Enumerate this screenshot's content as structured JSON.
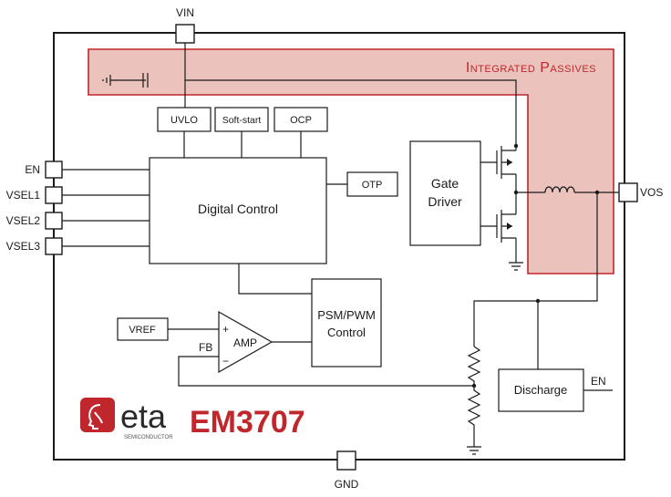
{
  "colors": {
    "integrated_fill": "#ebc2bc",
    "integrated_stroke": "#c0272d",
    "integrated_text": "#c0272d",
    "brand_red": "#c0272d",
    "line": "#1a1a1a"
  },
  "region": {
    "label": "Integrated Passives"
  },
  "pins": {
    "vin": "VIN",
    "gnd": "GND",
    "vos": "VOS",
    "en": "EN",
    "vsel1": "VSEL1",
    "vsel2": "VSEL2",
    "vsel3": "VSEL3"
  },
  "blocks": {
    "uvlo": "UVLO",
    "soft_start": "Soft-start",
    "ocp": "OCP",
    "otp": "OTP",
    "digital_control": "Digital Control",
    "gate_driver_line1": "Gate",
    "gate_driver_line2": "Driver",
    "psm_pwm_line1": "PSM/PWM",
    "psm_pwm_line2": "Control",
    "vref": "VREF",
    "amp": "AMP",
    "amp_plus": "+",
    "amp_minus": "−",
    "fb": "FB",
    "discharge": "Discharge",
    "discharge_en": "EN"
  },
  "logo": {
    "brand": "eta",
    "sub": "SEMICONDUCTOR",
    "part": "EM3707",
    "mark_icon": "face-profile-icon"
  }
}
